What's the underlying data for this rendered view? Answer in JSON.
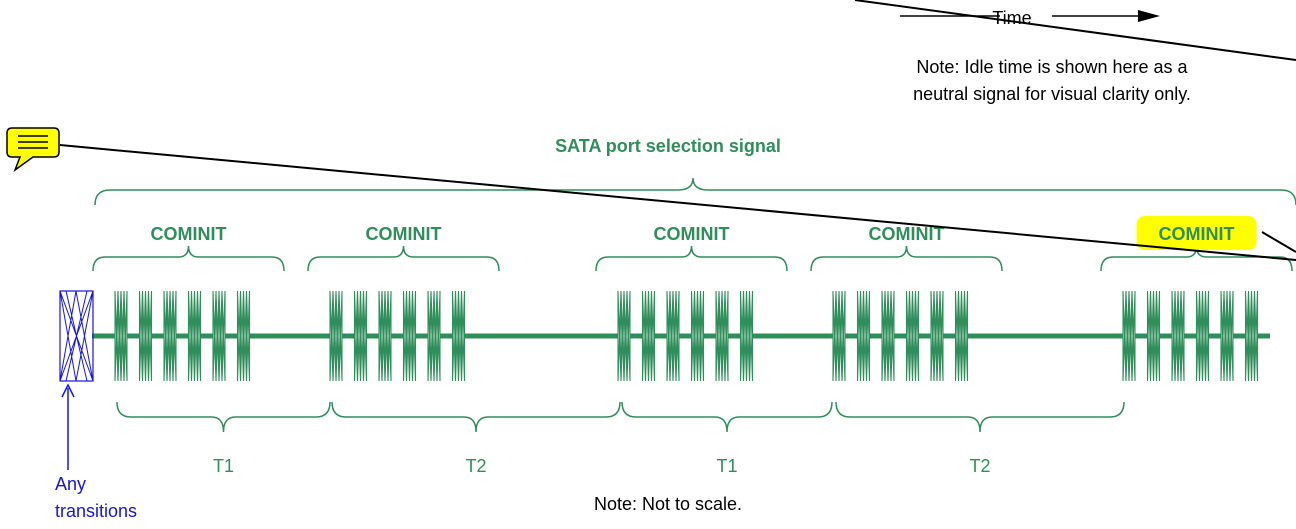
{
  "time_arrow": {
    "label": "Time"
  },
  "notes": {
    "idle_line1": "Note: Idle time is shown here as a",
    "idle_line2": "neutral signal for visual clarity only.",
    "scale": "Note: Not to scale."
  },
  "title": "SATA port selection signal",
  "bursts": [
    {
      "label": "COMINIT",
      "highlighted": false
    },
    {
      "label": "COMINIT",
      "highlighted": false
    },
    {
      "label": "COMINIT",
      "highlighted": false
    },
    {
      "label": "COMINIT",
      "highlighted": false
    },
    {
      "label": "COMINIT",
      "highlighted": true
    }
  ],
  "intervals": [
    {
      "label": "T1"
    },
    {
      "label": "T2"
    },
    {
      "label": "T1"
    },
    {
      "label": "T2"
    }
  ],
  "any_transitions": {
    "line1": "Any",
    "line2": "transitions"
  },
  "colors": {
    "signal": "#2f8f5b",
    "brace": "#2f8f5b",
    "transitions": "#1515e0",
    "highlight": "#ffff00",
    "comment_icon": "#ffff00",
    "annotation_line": "#000000"
  },
  "icons": {
    "comment": "comment-icon"
  }
}
